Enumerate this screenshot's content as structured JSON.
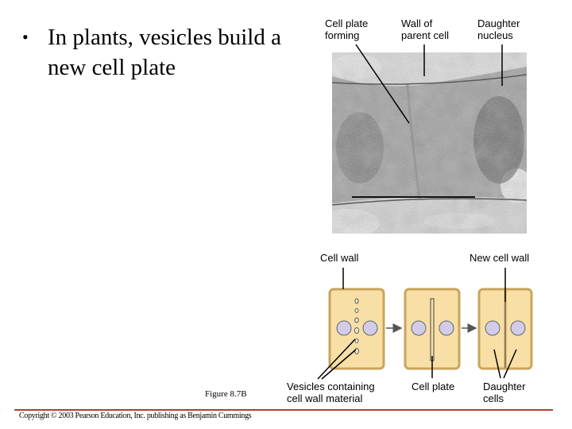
{
  "bullet": {
    "symbol": "•",
    "text": "In plants, vesicles build a new cell plate"
  },
  "micrograph_labels": {
    "cell_plate_forming": [
      "Cell plate",
      "forming"
    ],
    "wall_of_parent_cell": [
      "Wall of",
      "parent cell"
    ],
    "daughter_nucleus": [
      "Daughter",
      "nucleus"
    ]
  },
  "diagram_labels": {
    "cell_wall": "Cell wall",
    "new_cell_wall": "New cell wall",
    "vesicles": [
      "Vesicles containing",
      "cell wall material"
    ],
    "cell_plate": "Cell plate",
    "daughter_cells": [
      "Daughter",
      "cells"
    ]
  },
  "figure_label": "Figure 8.7B",
  "copyright": "Copyright © 2003 Pearson Education, Inc. publishing as Benjamin Cummings",
  "colors": {
    "cell_fill": "#f7dfa6",
    "cell_wall": "#c9a45c",
    "nucleus_fill": "#d2cce9",
    "arrow": "#555555",
    "rule": "#b04030"
  }
}
